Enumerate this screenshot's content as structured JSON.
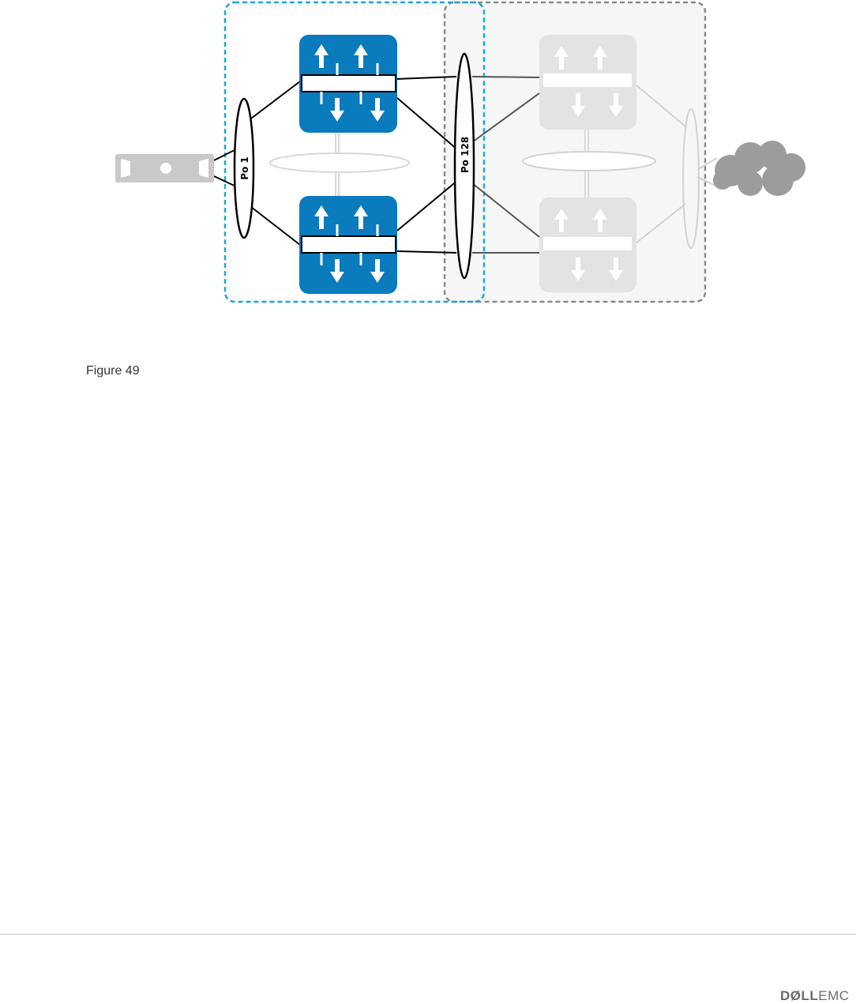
{
  "diagram": {
    "left_group": {
      "lag_label": "Po 1",
      "vlt_pair_label": "Po 128"
    },
    "colors": {
      "active_switch": "#0a7bbd",
      "inactive_switch": "#e3e3e3",
      "active_domain_border": "#1aa7df",
      "inactive_domain_border": "#888888",
      "inactive_domain_fill": "#f6f6f6",
      "server": "#c9c9c9",
      "cloud": "#9c9c9c"
    },
    "icons": [
      "server-icon",
      "switch-icon",
      "cloud-icon"
    ]
  },
  "caption": "Figure 49",
  "footer": {
    "brand_dell": "DØLL",
    "brand_emc": "EMC"
  }
}
